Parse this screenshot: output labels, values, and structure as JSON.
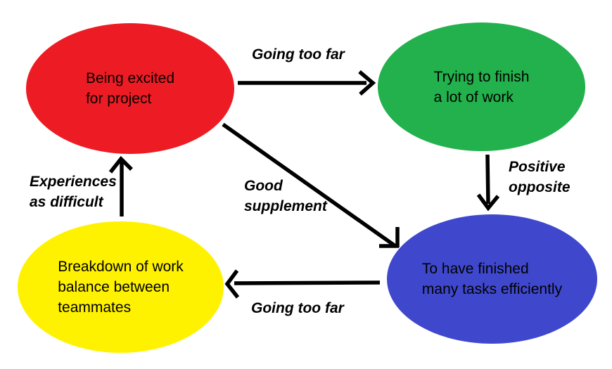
{
  "diagram": {
    "background": "#ffffff",
    "text_color": "#000000",
    "arrow_color": "#000000",
    "nodes": [
      {
        "id": "excited",
        "shape": "ellipse",
        "color": "#ED1C24",
        "label": "Being excited\nfor project"
      },
      {
        "id": "finish",
        "shape": "ellipse",
        "color": "#22B14C",
        "label": "Trying to finish\na lot of work"
      },
      {
        "id": "efficient",
        "shape": "ellipse",
        "color": "#3F48CC",
        "label": "To have finished\nmany tasks efficiently"
      },
      {
        "id": "breakdown",
        "shape": "ellipse",
        "color": "#FFF200",
        "label": "Breakdown of work\nbalance between\nteammates"
      }
    ],
    "edges": [
      {
        "from": "excited",
        "to": "finish",
        "label": "Going too far",
        "direction": "right"
      },
      {
        "from": "finish",
        "to": "efficient",
        "label": "Positive\nopposite",
        "direction": "down"
      },
      {
        "from": "excited",
        "to": "efficient",
        "label": "Good\nsupplement",
        "direction": "diagonal-down-right"
      },
      {
        "from": "efficient",
        "to": "breakdown",
        "label": "Going too far",
        "direction": "left"
      },
      {
        "from": "breakdown",
        "to": "excited",
        "label": "Experiences\nas difficult",
        "direction": "up"
      }
    ]
  }
}
